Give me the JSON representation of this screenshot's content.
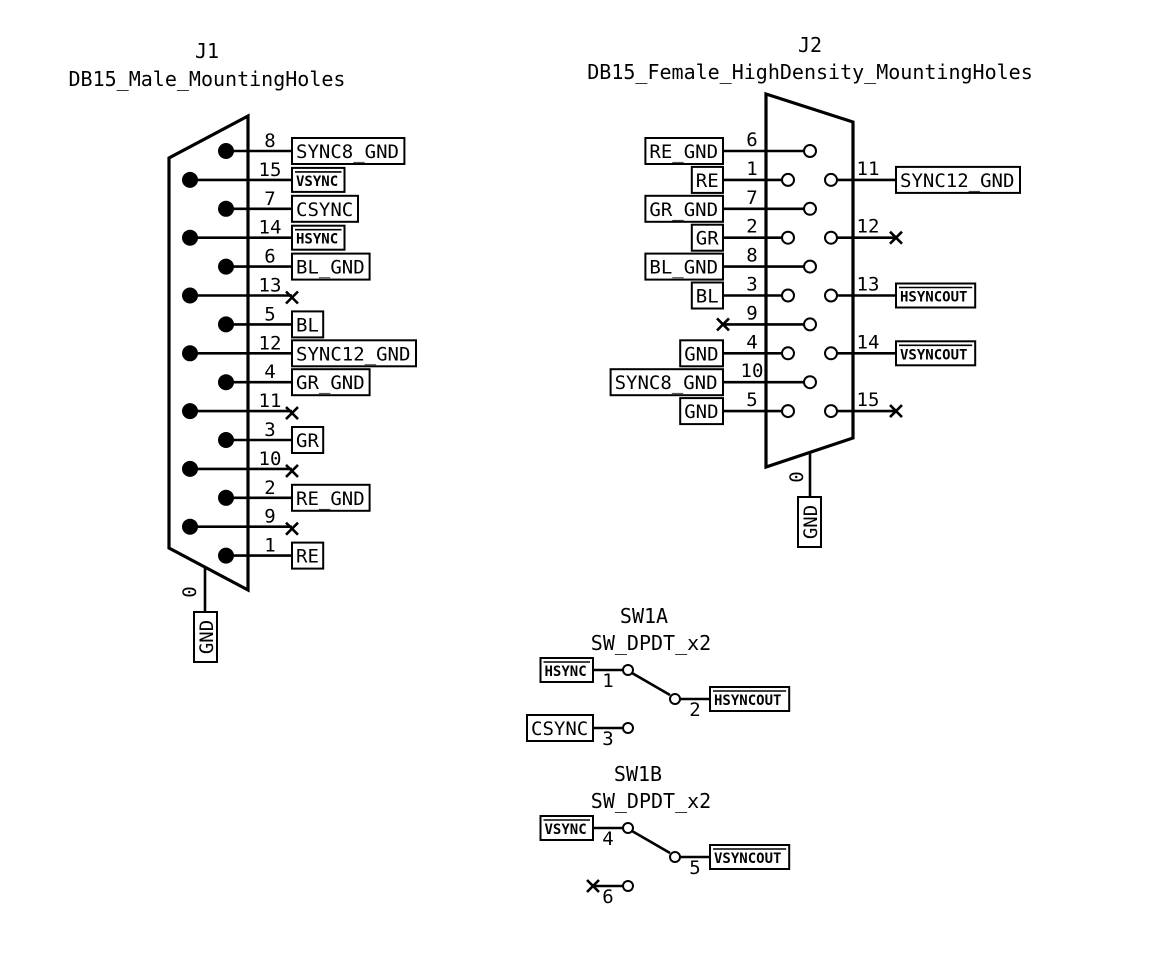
{
  "j1": {
    "ref": "J1",
    "value": "DB15_Male_MountingHoles",
    "mount_pin": "0",
    "mount_net": "GND",
    "pins": [
      {
        "num": "8",
        "net": "SYNC8_GND",
        "overbar": false,
        "nc": false,
        "col": "inner"
      },
      {
        "num": "15",
        "net": "VSYNC",
        "overbar": true,
        "nc": false,
        "col": "outer"
      },
      {
        "num": "7",
        "net": "CSYNC",
        "overbar": false,
        "nc": false,
        "col": "inner"
      },
      {
        "num": "14",
        "net": "HSYNC",
        "overbar": true,
        "nc": false,
        "col": "outer"
      },
      {
        "num": "6",
        "net": "BL_GND",
        "overbar": false,
        "nc": false,
        "col": "inner"
      },
      {
        "num": "13",
        "net": "",
        "overbar": false,
        "nc": true,
        "col": "outer"
      },
      {
        "num": "5",
        "net": "BL",
        "overbar": false,
        "nc": false,
        "col": "inner"
      },
      {
        "num": "12",
        "net": "SYNC12_GND",
        "overbar": false,
        "nc": false,
        "col": "outer"
      },
      {
        "num": "4",
        "net": "GR_GND",
        "overbar": false,
        "nc": false,
        "col": "inner"
      },
      {
        "num": "11",
        "net": "",
        "overbar": false,
        "nc": true,
        "col": "outer"
      },
      {
        "num": "3",
        "net": "GR",
        "overbar": false,
        "nc": false,
        "col": "inner"
      },
      {
        "num": "10",
        "net": "",
        "overbar": false,
        "nc": true,
        "col": "outer"
      },
      {
        "num": "2",
        "net": "RE_GND",
        "overbar": false,
        "nc": false,
        "col": "inner"
      },
      {
        "num": "9",
        "net": "",
        "overbar": false,
        "nc": true,
        "col": "outer"
      },
      {
        "num": "1",
        "net": "RE",
        "overbar": false,
        "nc": false,
        "col": "inner"
      }
    ]
  },
  "j2": {
    "ref": "J2",
    "value": "DB15_Female_HighDensity_MountingHoles",
    "mount_pin": "0",
    "mount_net": "GND",
    "left_pins": [
      {
        "num": "6",
        "net": "RE_GND",
        "nc": false,
        "col": "outer"
      },
      {
        "num": "1",
        "net": "RE",
        "nc": false,
        "col": "inner"
      },
      {
        "num": "7",
        "net": "GR_GND",
        "nc": false,
        "col": "outer"
      },
      {
        "num": "2",
        "net": "GR",
        "nc": false,
        "col": "inner"
      },
      {
        "num": "8",
        "net": "BL_GND",
        "nc": false,
        "col": "outer"
      },
      {
        "num": "3",
        "net": "BL",
        "nc": false,
        "col": "inner"
      },
      {
        "num": "9",
        "net": "",
        "nc": true,
        "col": "outer"
      },
      {
        "num": "4",
        "net": "GND",
        "nc": false,
        "col": "inner"
      },
      {
        "num": "10",
        "net": "SYNC8_GND",
        "nc": false,
        "col": "outer"
      },
      {
        "num": "5",
        "net": "GND",
        "nc": false,
        "col": "inner"
      }
    ],
    "right_pins": [
      {
        "num": "11",
        "net": "SYNC12_GND",
        "overbar": false,
        "nc": false,
        "row": 1
      },
      {
        "num": "12",
        "net": "",
        "overbar": false,
        "nc": true,
        "row": 3
      },
      {
        "num": "13",
        "net": "HSYNCOUT",
        "overbar": true,
        "nc": false,
        "row": 5
      },
      {
        "num": "14",
        "net": "VSYNCOUT",
        "overbar": true,
        "nc": false,
        "row": 7
      },
      {
        "num": "15",
        "net": "",
        "overbar": false,
        "nc": true,
        "row": 9
      }
    ]
  },
  "sw1a": {
    "ref": "SW1A",
    "value": "SW_DPDT_x2",
    "common": {
      "num": "1",
      "net": "HSYNC",
      "overbar": true
    },
    "throw1": {
      "num": "2",
      "net": "HSYNCOUT",
      "overbar": true
    },
    "throw2": {
      "num": "3",
      "net": "CSYNC",
      "overbar": false,
      "nc": false
    }
  },
  "sw1b": {
    "ref": "SW1B",
    "value": "SW_DPDT_x2",
    "common": {
      "num": "4",
      "net": "VSYNC",
      "overbar": true
    },
    "throw1": {
      "num": "5",
      "net": "VSYNCOUT",
      "overbar": true
    },
    "throw2": {
      "num": "6",
      "net": "",
      "overbar": false,
      "nc": true
    }
  }
}
